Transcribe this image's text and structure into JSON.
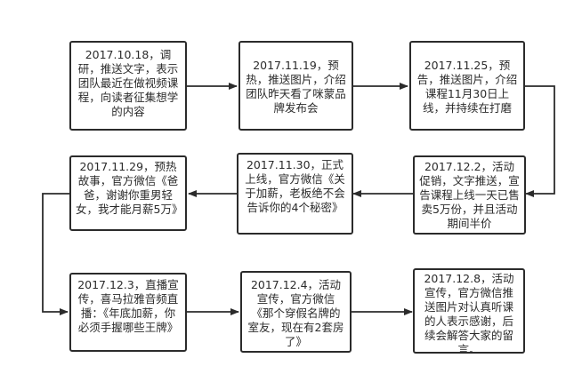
{
  "nodes": [
    {
      "id": "n1",
      "text": "2017.10.18，调研，推送文字，表示团队最近在做视频课程，向读者征集想学的内容"
    },
    {
      "id": "n2",
      "text": "2017.11.19，预热，推送图片，介绍团队昨天看了咪蒙品牌发布会"
    },
    {
      "id": "n3",
      "text": "2017.11.25，预告，推送图片，介绍课程11月30日上线，并持续在打磨"
    },
    {
      "id": "n4",
      "text": "2017.12.2，活动促销，文字推送，宣告课程上线一天已售卖5万份，并且活动期间半价"
    },
    {
      "id": "n5",
      "text": "2017.11.30，正式上线，官方微信《关于加薪，老板绝不会告诉你的4个秘密》"
    },
    {
      "id": "n6",
      "text": "2017.11.29，预热故事，官方微信《爸爸，谢谢你重男轻女，我才能月薪5万》"
    },
    {
      "id": "n7",
      "text": "2017.12.3，直播宣传，喜马拉雅音频直播：《年底加薪，你必须手握哪些王牌》"
    },
    {
      "id": "n8",
      "text": "2017.12.4，活动宣传，官方微信《那个穿假名牌的室友，现在有2套房了》"
    },
    {
      "id": "n9",
      "text": "2017.12.8，活动宣传，官方微信推送图片对认真听课的人表示感谢，后续会解答大家的留言。"
    }
  ],
  "colors": {
    "line": "#2b2b2b",
    "background": "#ffffff"
  }
}
